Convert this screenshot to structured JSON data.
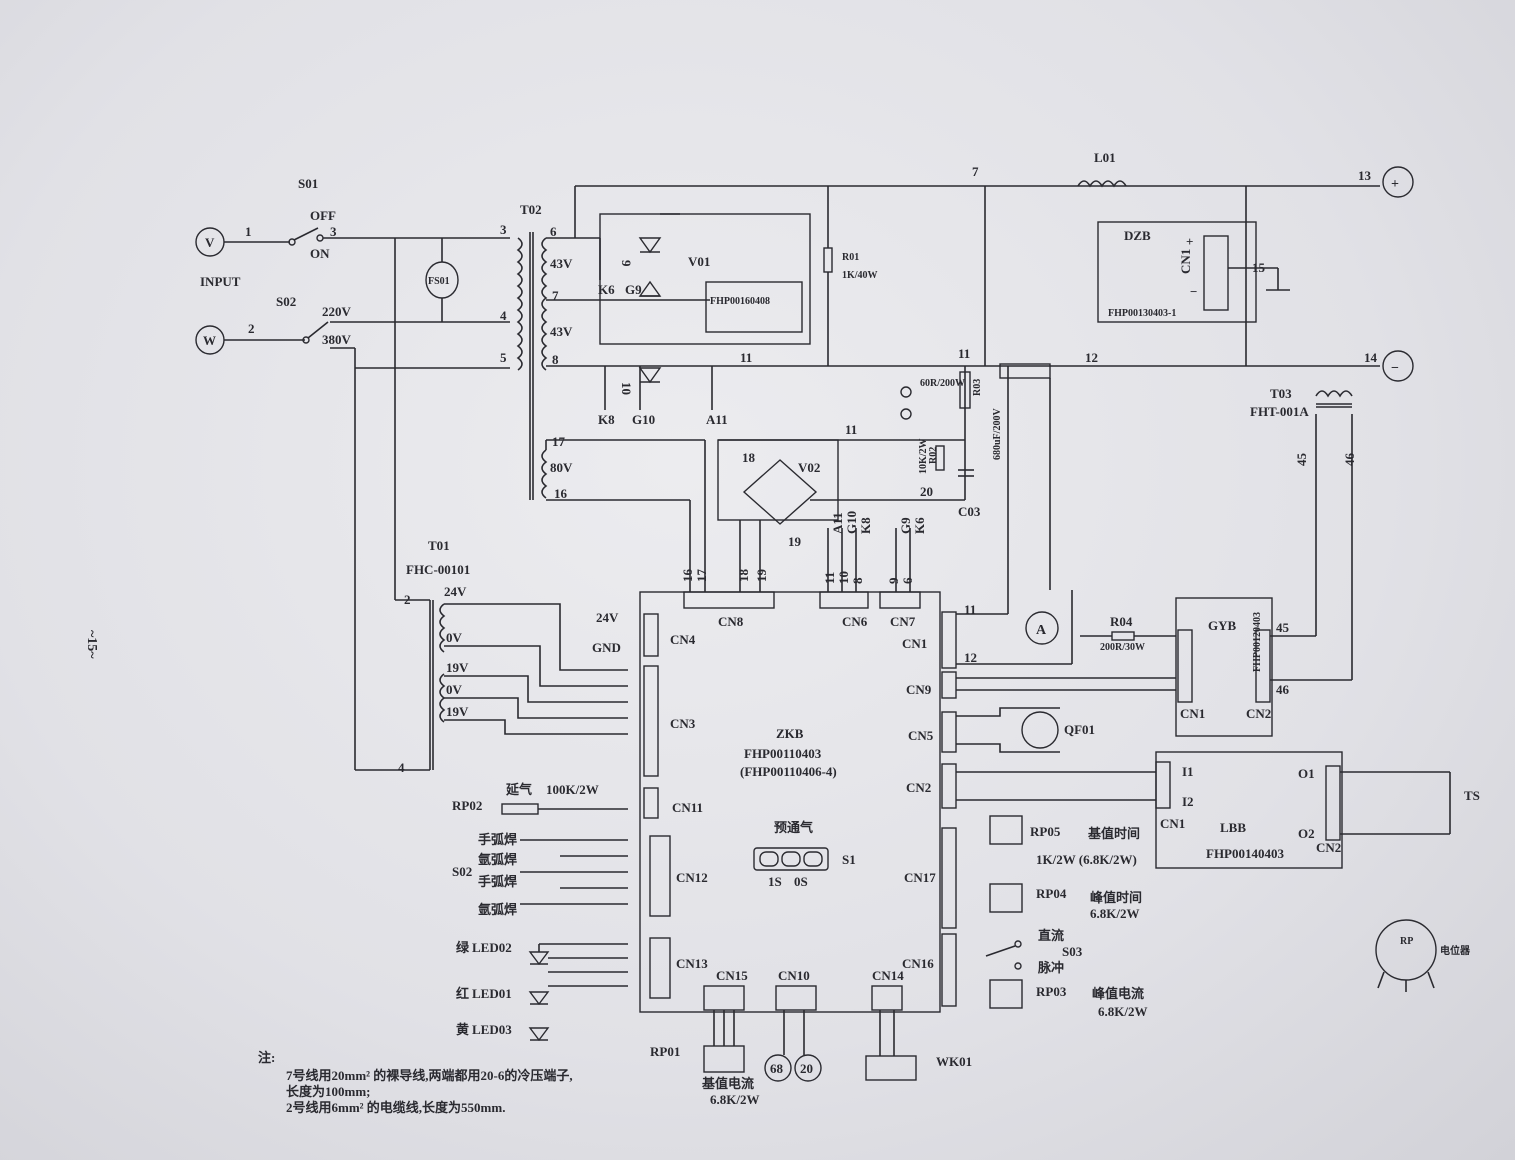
{
  "page_number": "~15~",
  "input": {
    "label": "INPUT",
    "v": "V",
    "w": "W"
  },
  "switches": {
    "s01": "S01",
    "off": "OFF",
    "on": "ON",
    "s02": "S02",
    "v220": "220V",
    "v380": "380V",
    "s03": "S03"
  },
  "fuse": "FS01",
  "t02": {
    "name": "T02",
    "v43a": "43V",
    "v43b": "43V",
    "v80": "80V"
  },
  "t01": {
    "name": "T01",
    "model": "FHC-00101",
    "v24": "24V",
    "v0a": "0V",
    "v19a": "19V",
    "v0b": "0V",
    "v19b": "19V"
  },
  "v01": {
    "name": "V01",
    "k6": "K6",
    "g9": "G9",
    "k8": "K8",
    "g10": "G10",
    "a11": "A11",
    "module": "FHP00160408"
  },
  "r01": {
    "name": "R01",
    "value": "1K/40W"
  },
  "l01": "L01",
  "dzb": {
    "name": "DZB",
    "cn": "CN1",
    "model": "FHP00130403-1"
  },
  "terminals": {
    "plus": "+",
    "minus": "−"
  },
  "t03": {
    "name": "T03",
    "model": "FHT-001A"
  },
  "r03": {
    "name": "R03",
    "value": "60R/200W"
  },
  "r02": {
    "name": "R02",
    "value": "10K/2W"
  },
  "c03": {
    "name": "C03",
    "value": "680uF/200V"
  },
  "v02": "V02",
  "r04": {
    "name": "R04",
    "value": "200R/30W"
  },
  "gyb": {
    "name": "GYB",
    "model": "FHP00120403",
    "cn1": "CN1",
    "cn2": "CN2"
  },
  "zkb": {
    "name": "ZKB",
    "model": "FHP00110403",
    "model2": "(FHP00110406-4)"
  },
  "connectors": {
    "cn1": "CN1",
    "cn2": "CN2",
    "cn3": "CN3",
    "cn4": "CN4",
    "cn5": "CN5",
    "cn6": "CN6",
    "cn7": "CN7",
    "cn8": "CN8",
    "cn9": "CN9",
    "cn10": "CN10",
    "cn11": "CN11",
    "cn12": "CN12",
    "cn13": "CN13",
    "cn14": "CN14",
    "cn15": "CN15",
    "cn16": "CN16",
    "cn17": "CN17"
  },
  "cn4_labels": {
    "v24": "24V",
    "gnd": "GND"
  },
  "qf01": "QF01",
  "lbb": {
    "name": "LBB",
    "model": "FHP00140403",
    "cn1": "CN1",
    "cn2": "CN2",
    "i1": "I1",
    "i2": "I2",
    "o1": "O1",
    "o2": "O2",
    "ts": "TS"
  },
  "rp": {
    "rp01": "RP01",
    "rp02": "RP02",
    "rp03": "RP03",
    "rp04": "RP04",
    "rp05": "RP05"
  },
  "rp02_text": {
    "delay": "延气",
    "val": "100K/2W"
  },
  "rp05_text": {
    "label": "基值时间",
    "val": "1K/2W (6.8K/2W)"
  },
  "rp04_text": {
    "label": "峰值时间",
    "val": "6.8K/2W"
  },
  "rp03_text": {
    "label": "峰值电流",
    "val": "6.8K/2W"
  },
  "rp01_text": {
    "label": "基值电流",
    "val": "6.8K/2W"
  },
  "s03_text": {
    "dc": "直流",
    "pulse": "脉冲"
  },
  "s02_text": {
    "hand1": "手弧焊",
    "argon1": "氩弧焊",
    "hand2": "手弧焊",
    "argon2": "氩弧焊"
  },
  "leds": {
    "green": "绿",
    "led02": "LED02",
    "red": "红",
    "led01": "LED01",
    "yellow": "黄",
    "led03": "LED03"
  },
  "s1": {
    "name": "S1",
    "label": "预通气",
    "t1": "1S",
    "t0": "0S"
  },
  "wk01": "WK01",
  "rp_symbol": {
    "name": "RP",
    "label": "电位器"
  },
  "wires": {
    "w1": "1",
    "w2": "2",
    "w3": "3",
    "w4": "4",
    "w5": "5",
    "w6": "6",
    "w7": "7",
    "w8": "8",
    "w9": "9",
    "w10": "10",
    "w11": "11",
    "w12": "12",
    "w13": "13",
    "w14": "14",
    "w15": "15",
    "w16": "16",
    "w17": "17",
    "w18": "18",
    "w19": "19",
    "w20": "20",
    "w45": "45",
    "w46": "46"
  },
  "notes": {
    "title": "注:",
    "line1": "7号线用20mm² 的裸导线,两端都用20-6的冷压端子,",
    "line2": "长度为100mm;",
    "line3": "2号线用6mm² 的电缆线,长度为550mm."
  }
}
